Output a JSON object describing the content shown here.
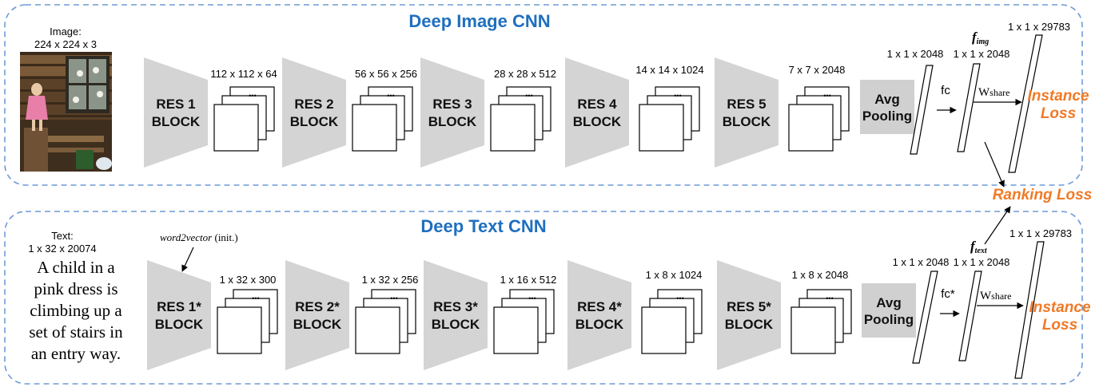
{
  "image_branch": {
    "title": "Deep Image CNN",
    "input_label_1": "Image:",
    "input_label_2": "224 x 224 x 3",
    "blocks": [
      {
        "line1": "RES 1",
        "line2": "BLOCK",
        "dims": "112 x 112 x 64"
      },
      {
        "line1": "RES 2",
        "line2": "BLOCK",
        "dims": "56 x 56 x 256"
      },
      {
        "line1": "RES 3",
        "line2": "BLOCK",
        "dims": "28 x 28 x 512"
      },
      {
        "line1": "RES 4",
        "line2": "BLOCK",
        "dims": "14 x 14 x 1024"
      },
      {
        "line1": "RES 5",
        "line2": "BLOCK",
        "dims": "7 x 7 x 2048"
      }
    ],
    "pool_line1": "Avg",
    "pool_line2": "Pooling",
    "pool_dims": "1 x 1 x 2048",
    "fc_label": "fc",
    "feat_name": "f",
    "feat_sub": "img",
    "feat_dims": "1 x 1 x 2048",
    "wshare": "W",
    "wshare_sub": "share",
    "out_dims": "1 x 1 x 29783",
    "loss_line1": "Instance",
    "loss_line2": "Loss"
  },
  "text_branch": {
    "title": "Deep Text CNN",
    "input_label_1": "Text:",
    "input_label_2": "1 x 32 x 20074",
    "sentence": [
      "A child in a",
      "pink dress is",
      "climbing up a",
      "set of stairs in",
      "an entry way."
    ],
    "w2v_italic": "word2vector",
    "w2v_rest": " (init.)",
    "blocks": [
      {
        "line1": "RES 1*",
        "line2": "BLOCK",
        "dims": "1 x 32 x 300"
      },
      {
        "line1": "RES 2*",
        "line2": "BLOCK",
        "dims": "1 x 32 x 256"
      },
      {
        "line1": "RES 3*",
        "line2": "BLOCK",
        "dims": "1 x 16 x 512"
      },
      {
        "line1": "RES 4*",
        "line2": "BLOCK",
        "dims": "1 x 8 x 1024"
      },
      {
        "line1": "RES 5*",
        "line2": "BLOCK",
        "dims": "1 x 8 x 2048"
      }
    ],
    "pool_line1": "Avg",
    "pool_line2": "Pooling",
    "pool_dims": "1 x 1 x 2048",
    "fc_label": "fc*",
    "feat_name": "f",
    "feat_sub": "text",
    "feat_dims": "1 x 1 x 2048",
    "wshare": "W",
    "wshare_sub": "share",
    "out_dims": "1 x 1 x 29783",
    "loss_line1": "Instance",
    "loss_line2": "Loss"
  },
  "ranking_loss": "Ranking Loss",
  "stack_dots": "•••",
  "colors": {
    "title": "#1f6fbf",
    "loss": "#f07a26",
    "block_fill": "#d4d4d4",
    "pool_fill": "#d0d0d0",
    "frame": "#6f9ad6"
  }
}
